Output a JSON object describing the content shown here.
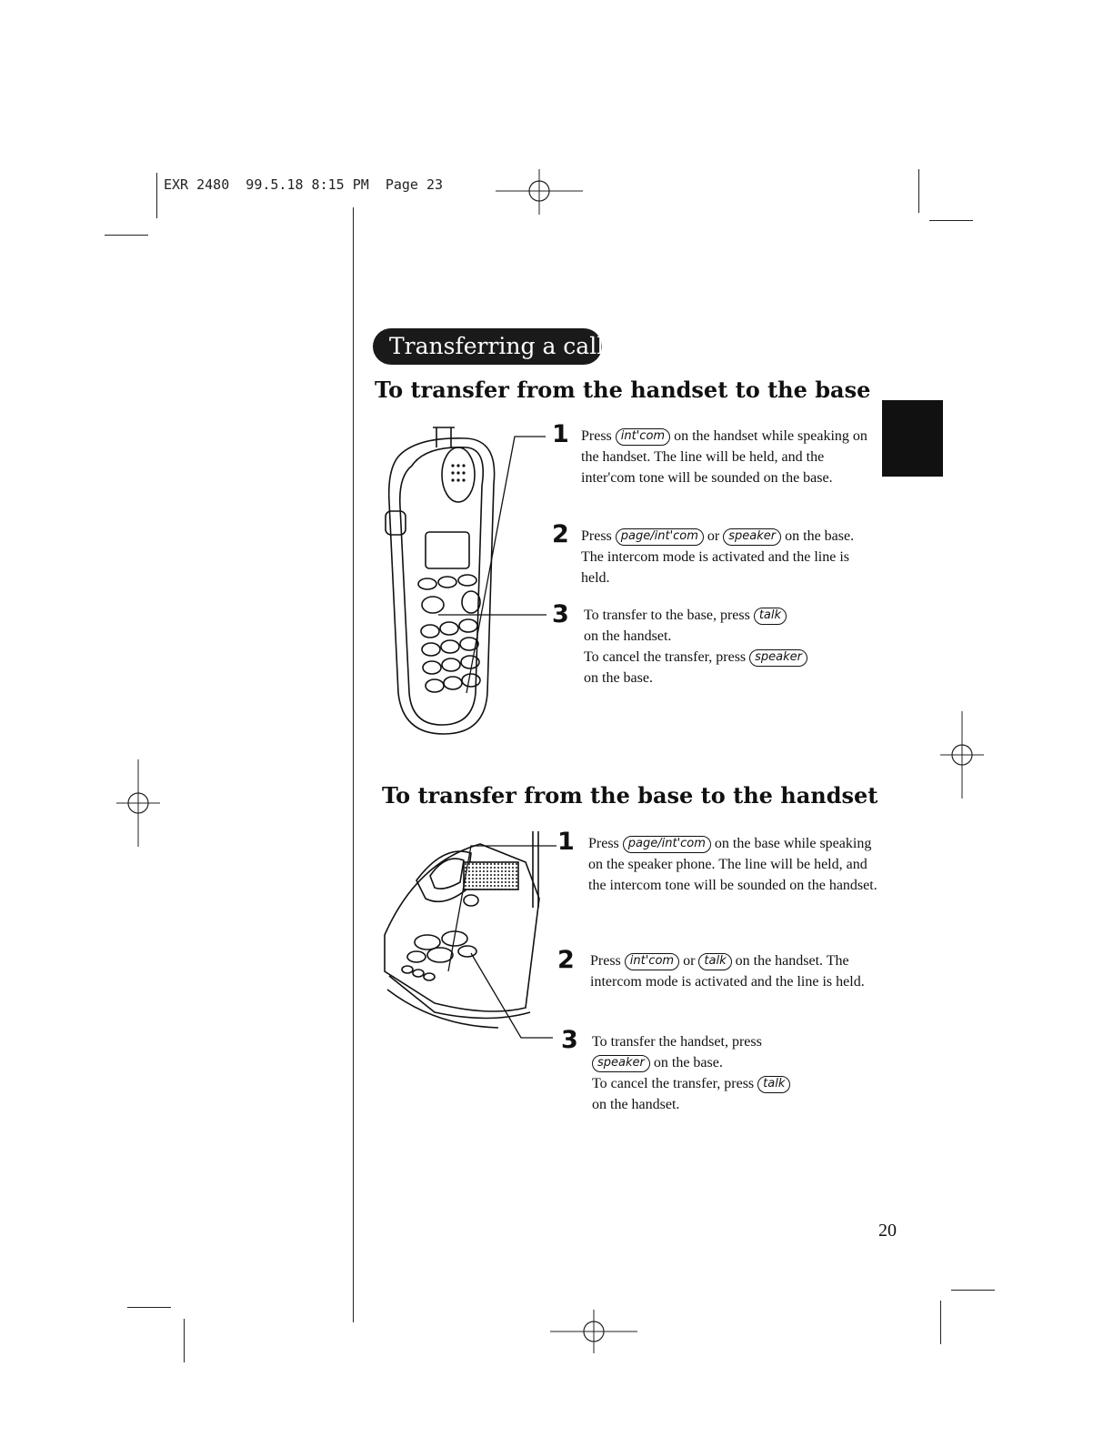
{
  "slug": "EXR 2480  99.5.18 8:15 PM  Page 23",
  "section_title": "Transferring a call",
  "section1": {
    "heading": "To transfer from the handset to the base",
    "steps": [
      {
        "num": "1",
        "p1": "Press",
        "key": "int'com",
        "p2": "on the handset while speaking on the handset. The line will be held, and the inter'com tone will be sounded on the base."
      },
      {
        "num": "2",
        "p1": "Press",
        "key": "page/int'com",
        "p2": "or",
        "key2": "speaker",
        "p3": "on the base. The intercom mode is activated and the line is held."
      },
      {
        "num": "3",
        "p1": "To transfer to the base, press",
        "key": "talk",
        "p2": "on the handset.",
        "p3": "To cancel the transfer, press",
        "key2": "speaker",
        "p4": "on the base."
      }
    ]
  },
  "section2": {
    "heading": "To transfer from the base to the handset",
    "steps": [
      {
        "num": "1",
        "p1": "Press",
        "key": "page/int'com",
        "p2": "on the base while speaking on the speaker phone. The line will be held, and the intercom tone will be sounded on the handset."
      },
      {
        "num": "2",
        "p1": "Press",
        "key": "int'com",
        "p2": "or",
        "key2": "talk",
        "p3": "on the handset. The intercom mode is activated and the line is held."
      },
      {
        "num": "3",
        "p1": "To transfer the handset, press",
        "key": "speaker",
        "p2": "on the base.",
        "p3": "To cancel the transfer, press",
        "key2": "talk",
        "p4": "on the handset."
      }
    ]
  },
  "page_number": "20"
}
